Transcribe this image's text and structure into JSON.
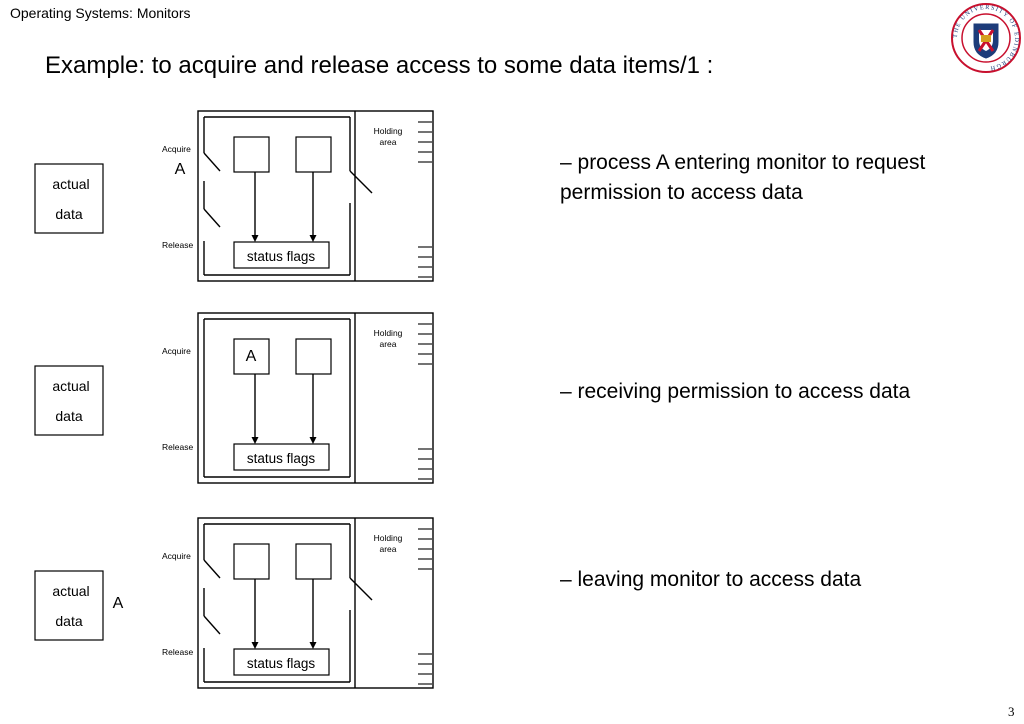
{
  "header": {
    "text": "Operating Systems: Monitors"
  },
  "title": "Example: to acquire and release access to some data items/1 :",
  "page_number": "3",
  "logo": {
    "ring_text": "THE UNIVERSITY OF EDINBURGH",
    "icon": "university-crest-icon"
  },
  "labels": {
    "acquire": "Acquire",
    "release": "Release",
    "holding_line1": "Holding",
    "holding_line2": "area",
    "status_flags": "status flags",
    "data_line1": "actual",
    "data_line2": "data",
    "process": "A"
  },
  "panels": [
    {
      "description": "– process A entering monitor to request permission to access data"
    },
    {
      "description": "– receiving permission to access data"
    },
    {
      "description": "– leaving monitor to access data"
    }
  ]
}
